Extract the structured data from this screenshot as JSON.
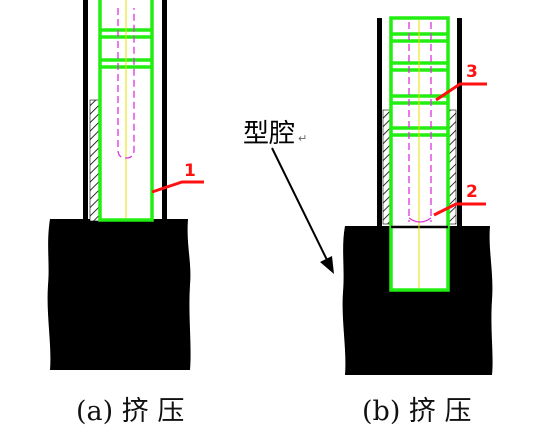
{
  "labels": {
    "cavity": "型腔",
    "cavity_mark": "↵",
    "callout_1": "1",
    "callout_2": "2",
    "callout_3": "3"
  },
  "captions": {
    "a": "(a) 挤 压",
    "b": "(b) 挤 压"
  },
  "colors": {
    "ink": "#000000",
    "green": "#22ee11",
    "magenta": "#dd33dd",
    "yellow": "#e8e000",
    "red": "#ff1111",
    "background": "#ffffff"
  }
}
